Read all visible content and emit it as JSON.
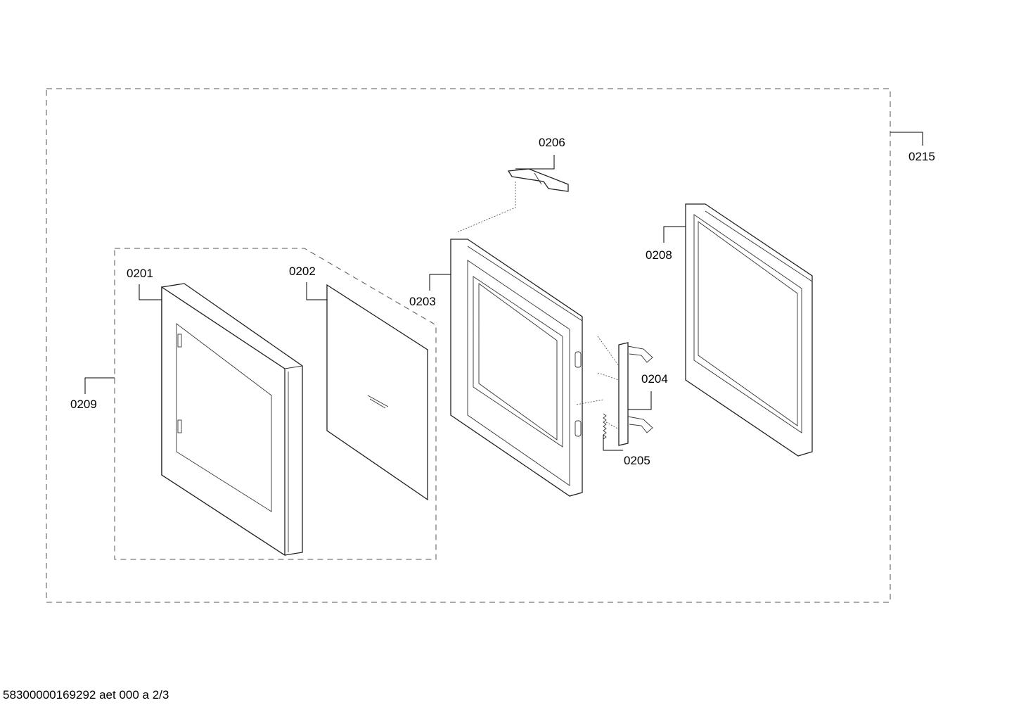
{
  "labels": {
    "p0201": "0201",
    "p0202": "0202",
    "p0203": "0203",
    "p0204": "0204",
    "p0205": "0205",
    "p0206": "0206",
    "p0208": "0208",
    "p0209": "0209",
    "p0215": "0215"
  },
  "footer": {
    "doc_ref": "58300000169292 aet 000 a 2/3"
  }
}
